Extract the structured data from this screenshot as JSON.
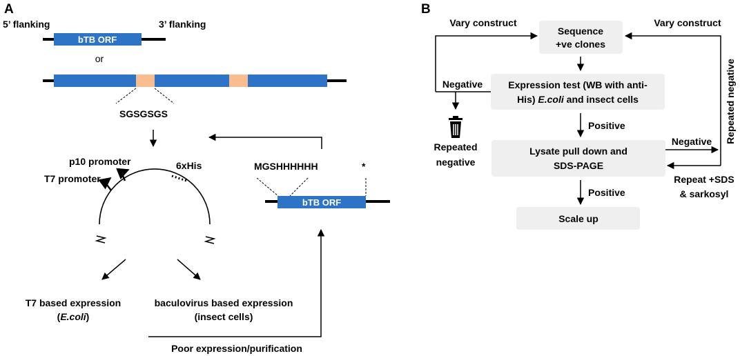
{
  "panels": {
    "a": "A",
    "b": "B"
  },
  "panel_a": {
    "five_prime_flanking": "5’ flanking",
    "three_prime_flanking": "3’ flanking",
    "orf_label": "bTB ORF",
    "or_label": "or",
    "linker_label": "SGSGSGS",
    "p10_promoter": "p10 promoter",
    "t7_promoter": "T7 promoter",
    "his_tag": "6xHis",
    "mgs_label": "MGSHHHHHH",
    "stop_label": "*",
    "insert_orf_label": "bTB ORF",
    "t7_expression_line1": "T7 based expression",
    "t7_expression_line2": "(E.coli)",
    "baculo_expression_line1": "baculovirus based expression",
    "baculo_expression_line2": "(insect cells)",
    "poor_expression": "Poor expression/purification",
    "colors": {
      "orf_blue": "#2e74c6",
      "linker_orange": "#f9bd8f",
      "flank_black": "#000000"
    }
  },
  "panel_b": {
    "vary_construct_left": "Vary construct",
    "vary_construct_right": "Vary construct",
    "sequence_line1": "Sequence",
    "sequence_line2": "+ve clones",
    "expression_line1": "Expression test (WB with anti-",
    "expression_line2_prefix": "His) ",
    "expression_line2_italic": "E.coli",
    "expression_line2_suffix": " and insect cells",
    "negative_left": "Negative",
    "repeated_negative_line1": "Repeated",
    "repeated_negative_line2": "negative",
    "positive_1": "Positive",
    "lysate_line1": "Lysate pull down and",
    "lysate_line2": "SDS-PAGE",
    "negative_right": "Negative",
    "repeated_negative_vertical": "Repeated negative",
    "repeat_sds_line1": "Repeat +SDS",
    "repeat_sds_line2": "& sarkosyl",
    "positive_2": "Positive",
    "scale_up": "Scale up",
    "colors": {
      "box_fill": "#efefef",
      "trash_icon": "#000000"
    }
  }
}
